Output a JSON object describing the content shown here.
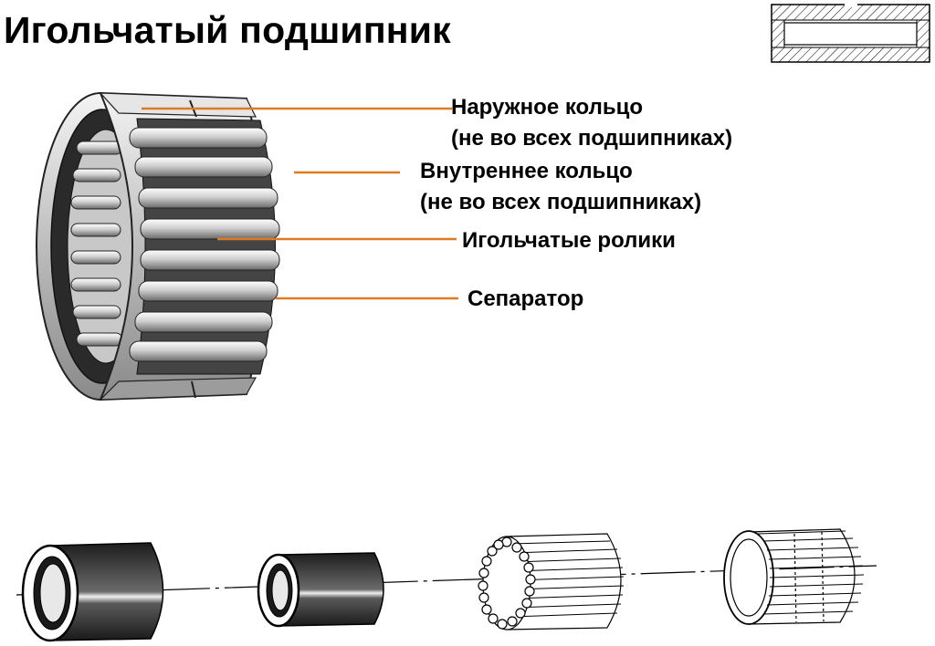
{
  "title": "Игольчатый подшипник",
  "labels": {
    "outer_ring": [
      "Наружное кольцо",
      "(не во всех подшипниках)"
    ],
    "inner_ring": [
      "Внутреннее кольцо",
      "(не во всех подшипниках)"
    ],
    "needle_rollers": "Игольчатые ролики",
    "cage": "Сепаратор"
  },
  "colors": {
    "leader_line": "#e07a22",
    "metal_light": "#d9d9d9",
    "metal_dark": "#3a3a3a",
    "hatch": "#000000"
  },
  "icons": {
    "cross_section": "bearing-cross-section-icon",
    "exploded_parts": [
      "outer-ring-part",
      "inner-ring-part",
      "needle-set-part",
      "cage-part"
    ]
  }
}
